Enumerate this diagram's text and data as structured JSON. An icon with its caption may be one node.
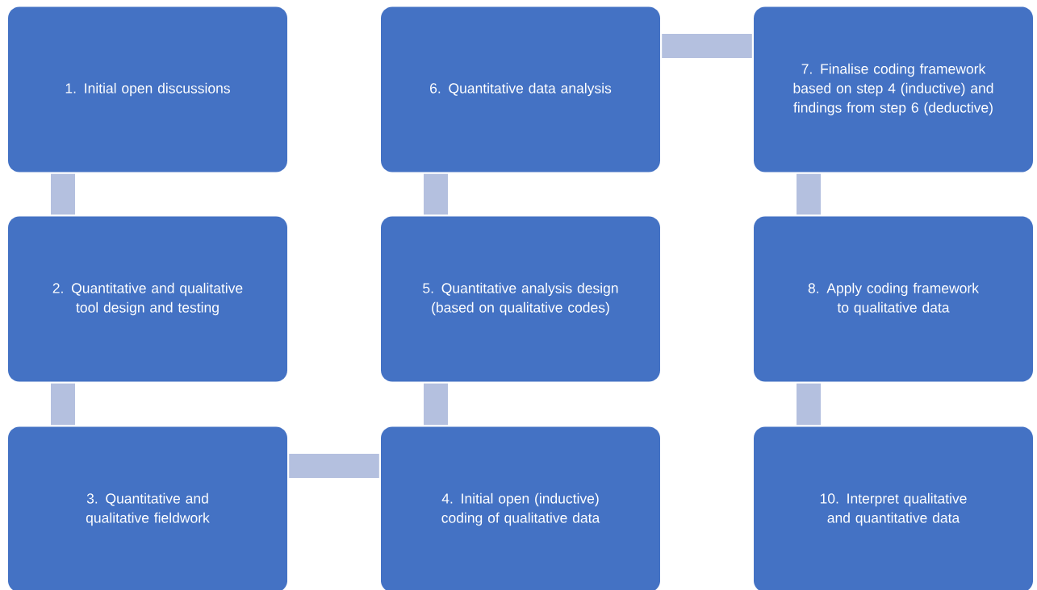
{
  "diagram": {
    "nodes": [
      {
        "text": [
          "1. Initial open discussions"
        ]
      },
      {
        "text": [
          "2. Quantitative and qualitative tool design and testing"
        ]
      },
      {
        "text": [
          "3. Quantitative and qualitative fieldwork"
        ]
      },
      {
        "text": [
          "4. Initial open (inductive) coding of qualitative data"
        ]
      },
      {
        "text": [
          "5. Quantitative analysis design (based on qualitative codes)"
        ]
      },
      {
        "text": [
          "6. Quantitative data analysis"
        ]
      },
      {
        "text": [
          "7. Finalise coding framework based on step 4 (inductive) and findings from step 6 (deductive)"
        ]
      },
      {
        "text": [
          "8.  Apply coding framework to qualitative data"
        ]
      },
      {
        "text": [
          "10. Interpret qualitative and quantitative data"
        ]
      }
    ],
    "edges": [
      {
        "from": 0,
        "to": 1,
        "arrow": "none"
      },
      {
        "from": 1,
        "to": 2,
        "arrow": "none"
      },
      {
        "from": 2,
        "to": 3,
        "arrow": "none"
      },
      {
        "from": 3,
        "to": 4,
        "arrow": "none"
      },
      {
        "from": 4,
        "to": 5,
        "arrow": "none"
      },
      {
        "from": 5,
        "to": 6,
        "arrow": "none"
      },
      {
        "from": 6,
        "to": 7,
        "arrow": "none"
      },
      {
        "from": 7,
        "to": 8,
        "arrow": "none"
      }
    ]
  }
}
